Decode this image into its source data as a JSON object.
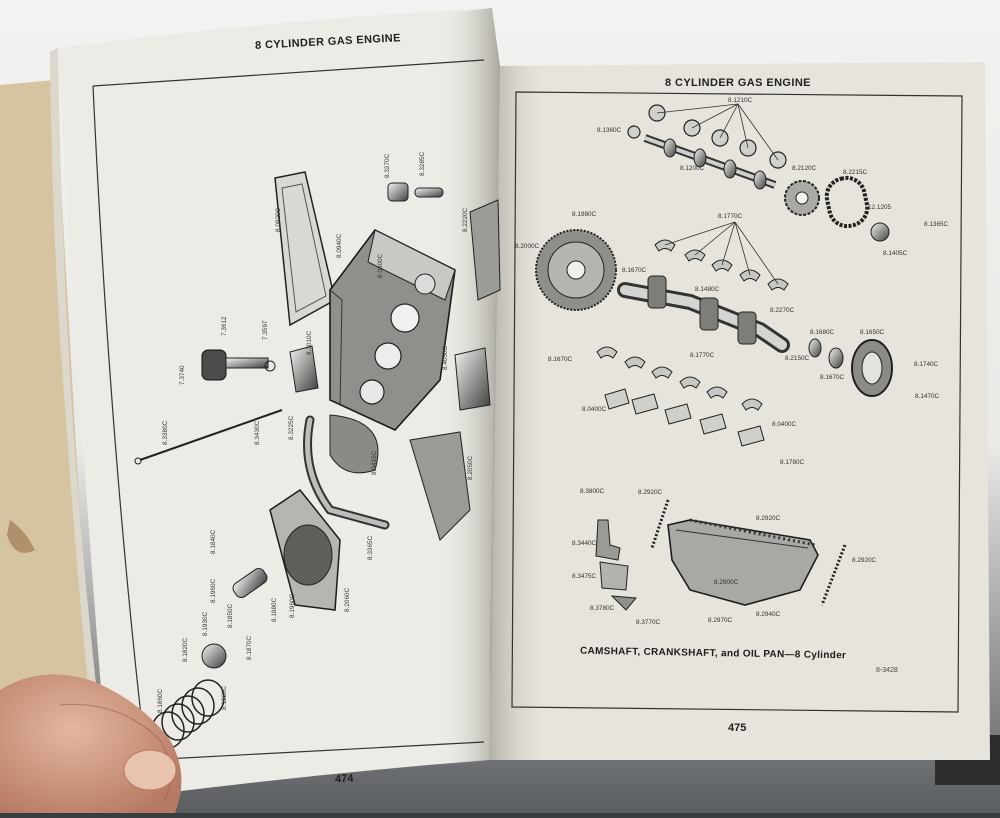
{
  "left_page": {
    "header": "8 CYLINDER GAS ENGINE",
    "page_number": "474",
    "part_labels": [
      {
        "id": "l1",
        "text": "8.0920C"
      },
      {
        "id": "l2",
        "text": "8.0940C"
      },
      {
        "id": "l3",
        "text": "8.3270C"
      },
      {
        "id": "l4",
        "text": "8.3285C"
      },
      {
        "id": "l5",
        "text": "8.2220C"
      },
      {
        "id": "l6",
        "text": "8.0600C"
      },
      {
        "id": "l7",
        "text": "7.3612"
      },
      {
        "id": "l8",
        "text": "7.3597"
      },
      {
        "id": "l9",
        "text": "7.3740"
      },
      {
        "id": "l10",
        "text": "8.3010C"
      },
      {
        "id": "l11",
        "text": "8.4050C"
      },
      {
        "id": "l12",
        "text": "8.3380C"
      },
      {
        "id": "l13",
        "text": "8.3430C"
      },
      {
        "id": "l14",
        "text": "8.3225C"
      },
      {
        "id": "l15",
        "text": "8.0415C"
      },
      {
        "id": "l16",
        "text": "8.2050C"
      },
      {
        "id": "l17",
        "text": "8.3365C"
      },
      {
        "id": "l18",
        "text": "8.2060C"
      },
      {
        "id": "l19",
        "text": "8.1840C"
      },
      {
        "id": "l20",
        "text": "8.1960C"
      },
      {
        "id": "l21",
        "text": "8.1850C"
      },
      {
        "id": "l22",
        "text": "8.1930C"
      },
      {
        "id": "l23",
        "text": "8.1820C"
      },
      {
        "id": "l24",
        "text": "8.1870C"
      },
      {
        "id": "l25",
        "text": "8.1880C"
      },
      {
        "id": "l26",
        "text": "8.1960C"
      },
      {
        "id": "l27",
        "text": "8.1920C"
      },
      {
        "id": "l28",
        "text": "8.1860C"
      }
    ]
  },
  "right_page": {
    "header": "8 CYLINDER GAS ENGINE",
    "page_number": "475",
    "caption": "CAMSHAFT, CRANKSHAFT, and OIL PAN—8 Cylinder",
    "figure_number": "8-3428",
    "part_labels": [
      {
        "id": "r1",
        "text": "8.1210C"
      },
      {
        "id": "r2",
        "text": "8.1360C"
      },
      {
        "id": "r3",
        "text": "8.1200C"
      },
      {
        "id": "r4",
        "text": "8.2120C"
      },
      {
        "id": "r5",
        "text": "8.2215C"
      },
      {
        "id": "r6",
        "text": "12.1205"
      },
      {
        "id": "r7",
        "text": "8.1365C"
      },
      {
        "id": "r8",
        "text": "8.1405C"
      },
      {
        "id": "r9",
        "text": "8.1980C"
      },
      {
        "id": "r10",
        "text": "8.1770C"
      },
      {
        "id": "r11",
        "text": "8.2000C"
      },
      {
        "id": "r12",
        "text": "8.1670C"
      },
      {
        "id": "r13",
        "text": "8.1480C"
      },
      {
        "id": "r14",
        "text": "8.2270C"
      },
      {
        "id": "r15",
        "text": "8.1680C"
      },
      {
        "id": "r16",
        "text": "8.1650C"
      },
      {
        "id": "r17",
        "text": "8.2150C"
      },
      {
        "id": "r18",
        "text": "8.1670C"
      },
      {
        "id": "r19",
        "text": "8.1740C"
      },
      {
        "id": "r20",
        "text": "8.1470C"
      },
      {
        "id": "r21",
        "text": "8.1670C"
      },
      {
        "id": "r22",
        "text": "8.1770C"
      },
      {
        "id": "r23",
        "text": "8.0400C"
      },
      {
        "id": "r24",
        "text": "8.0400C"
      },
      {
        "id": "r25",
        "text": "8.1780C"
      },
      {
        "id": "r26",
        "text": "8.3800C"
      },
      {
        "id": "r27",
        "text": "8.2920C"
      },
      {
        "id": "r28",
        "text": "8.2920C"
      },
      {
        "id": "r29",
        "text": "8.3440C"
      },
      {
        "id": "r30",
        "text": "8.3475C"
      },
      {
        "id": "r31",
        "text": "8.2900C"
      },
      {
        "id": "r32",
        "text": "8.2920C"
      },
      {
        "id": "r33",
        "text": "8.3780C"
      },
      {
        "id": "r34",
        "text": "8.3770C"
      },
      {
        "id": "r35",
        "text": "8.2970C"
      },
      {
        "id": "r36",
        "text": "8.2940C"
      }
    ]
  },
  "colors": {
    "background": "#3a3d40",
    "left_paper": "#ecebe5",
    "right_paper": "#e6e4dc",
    "old_cover": "#d8c7a6",
    "ink": "#2a2a2a",
    "hand": "#d9a58d"
  }
}
